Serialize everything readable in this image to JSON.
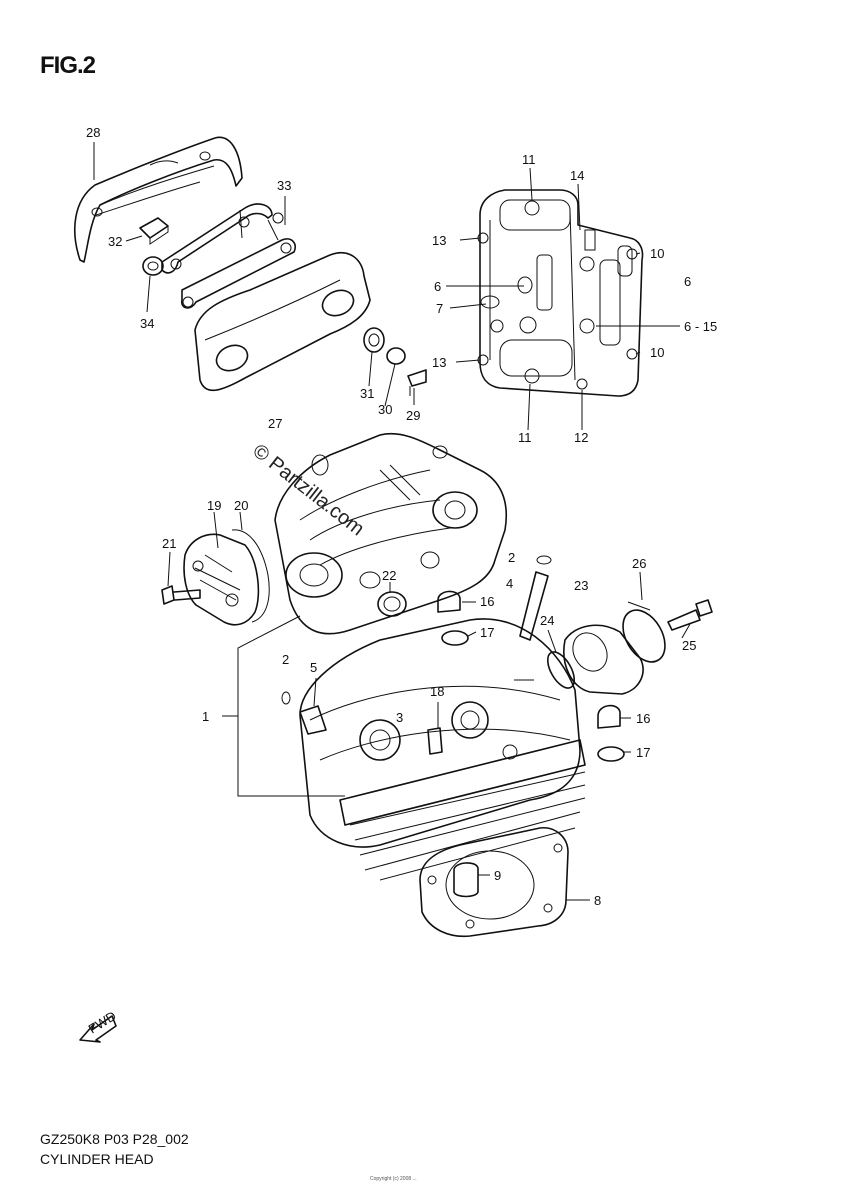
{
  "figure": {
    "title": "FIG.2",
    "code": "GZ250K8 P03 P28_002",
    "caption": "CYLINDER HEAD",
    "watermark": "© Partzilla.com",
    "footer_note": "Copyright (c) 2008 ...",
    "fwd_label": "FWD"
  },
  "callouts": [
    {
      "id": "c28",
      "label": "28"
    },
    {
      "id": "c33",
      "label": "33"
    },
    {
      "id": "c32",
      "label": "32"
    },
    {
      "id": "c34",
      "label": "34"
    },
    {
      "id": "c31",
      "label": "31"
    },
    {
      "id": "c30",
      "label": "30"
    },
    {
      "id": "c29",
      "label": "29"
    },
    {
      "id": "c27",
      "label": "27"
    },
    {
      "id": "c11a",
      "label": "11"
    },
    {
      "id": "c14",
      "label": "14"
    },
    {
      "id": "c13a",
      "label": "13"
    },
    {
      "id": "c10a",
      "label": "10"
    },
    {
      "id": "c6a",
      "label": "6"
    },
    {
      "id": "c6b",
      "label": "6"
    },
    {
      "id": "c7",
      "label": "7"
    },
    {
      "id": "c615",
      "label": "6 - 15"
    },
    {
      "id": "c13b",
      "label": "13"
    },
    {
      "id": "c10b",
      "label": "10"
    },
    {
      "id": "c11b",
      "label": "11"
    },
    {
      "id": "c12",
      "label": "12"
    },
    {
      "id": "c19",
      "label": "19"
    },
    {
      "id": "c20",
      "label": "20"
    },
    {
      "id": "c21",
      "label": "21"
    },
    {
      "id": "c22",
      "label": "22"
    },
    {
      "id": "c2a",
      "label": "2"
    },
    {
      "id": "c4",
      "label": "4"
    },
    {
      "id": "c23",
      "label": "23"
    },
    {
      "id": "c26",
      "label": "26"
    },
    {
      "id": "c16a",
      "label": "16"
    },
    {
      "id": "c17a",
      "label": "17"
    },
    {
      "id": "c24",
      "label": "24"
    },
    {
      "id": "c25",
      "label": "25"
    },
    {
      "id": "c2b",
      "label": "2"
    },
    {
      "id": "c5",
      "label": "5"
    },
    {
      "id": "c18",
      "label": "18"
    },
    {
      "id": "c1",
      "label": "1"
    },
    {
      "id": "c3",
      "label": "3"
    },
    {
      "id": "c16b",
      "label": "16"
    },
    {
      "id": "c17b",
      "label": "17"
    },
    {
      "id": "c9",
      "label": "9"
    },
    {
      "id": "c8",
      "label": "8"
    }
  ]
}
